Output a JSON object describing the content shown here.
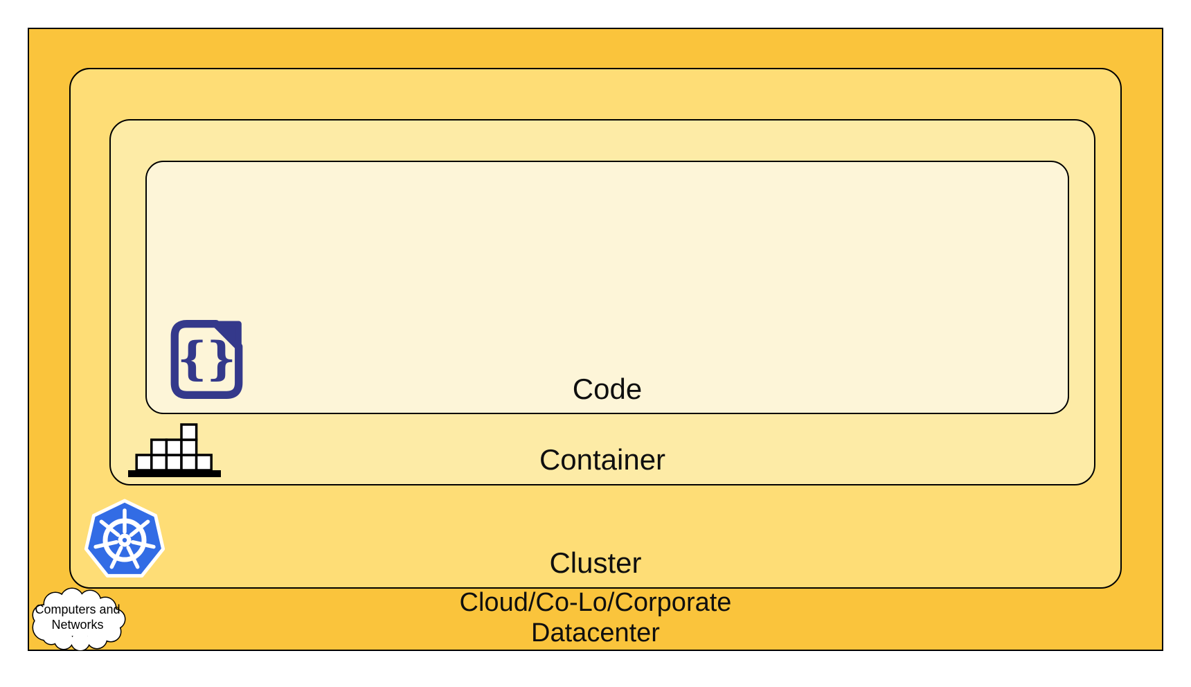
{
  "diagram": {
    "title_context": "Nested deployment layers diagram",
    "layers": [
      {
        "id": "datacenter",
        "label_line1": "Cloud/Co-Lo/Corporate",
        "label_line2": "Datacenter",
        "fill": "#FAC43C"
      },
      {
        "id": "cluster",
        "label": "Cluster",
        "fill": "#FEDD76"
      },
      {
        "id": "container",
        "label": "Container",
        "fill": "#FDEBA6"
      },
      {
        "id": "code",
        "label": "Code",
        "fill": "#FDF5D8"
      }
    ],
    "cloud_callout": {
      "line1": "Computers and",
      "line2": "Networks"
    },
    "icons": {
      "code": "code-file-icon",
      "container": "container-stack-icon",
      "cluster": "kubernetes-icon",
      "datacenter": "cloud-icon",
      "code_braces": "{}"
    },
    "colors": {
      "outline": "#000000",
      "code_icon_navy": "#34398B",
      "kubernetes_blue": "#326CE5",
      "icon_box_white": "#FFFFFF",
      "text": "#0F0F0F"
    }
  }
}
